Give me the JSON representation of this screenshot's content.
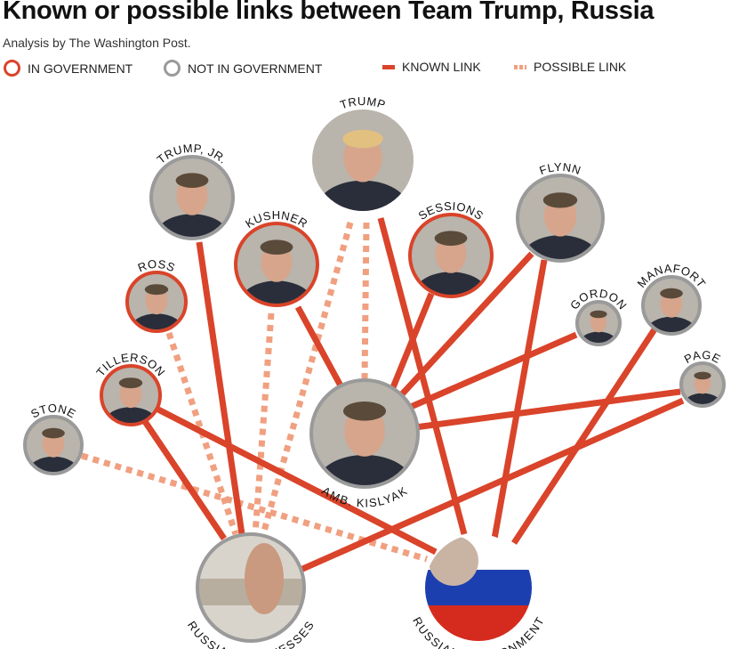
{
  "title": "Known or possible links between Team Trump, Russia",
  "subtitle": "Analysis by The Washington Post.",
  "legend": {
    "in_government": "IN GOVERNMENT",
    "not_in_government": "NOT IN GOVERNMENT",
    "known_link": "KNOWN LINK",
    "possible_link": "POSSIBLE LINK"
  },
  "colors": {
    "in_government": "#d9442a",
    "not_in_government": "#9a9a9a",
    "known_link": "#d9442a",
    "possible_link": "#f0a080"
  },
  "nodes": {
    "trump": "TRUMP",
    "trump_jr": "TRUMP, JR.",
    "kushner": "KUSHNER",
    "sessions": "SESSIONS",
    "flynn": "FLYNN",
    "ross": "ROSS",
    "gordon": "GORDON",
    "manafort": "MANAFORT",
    "tillerson": "TILLERSON",
    "page": "PAGE",
    "stone": "STONE",
    "kislyak": "AMB. KISLYAK",
    "russian_businesses": "RUSSIAN BUSINESSES",
    "russian_government": "RUSSIAN GOVERNMENT"
  }
}
